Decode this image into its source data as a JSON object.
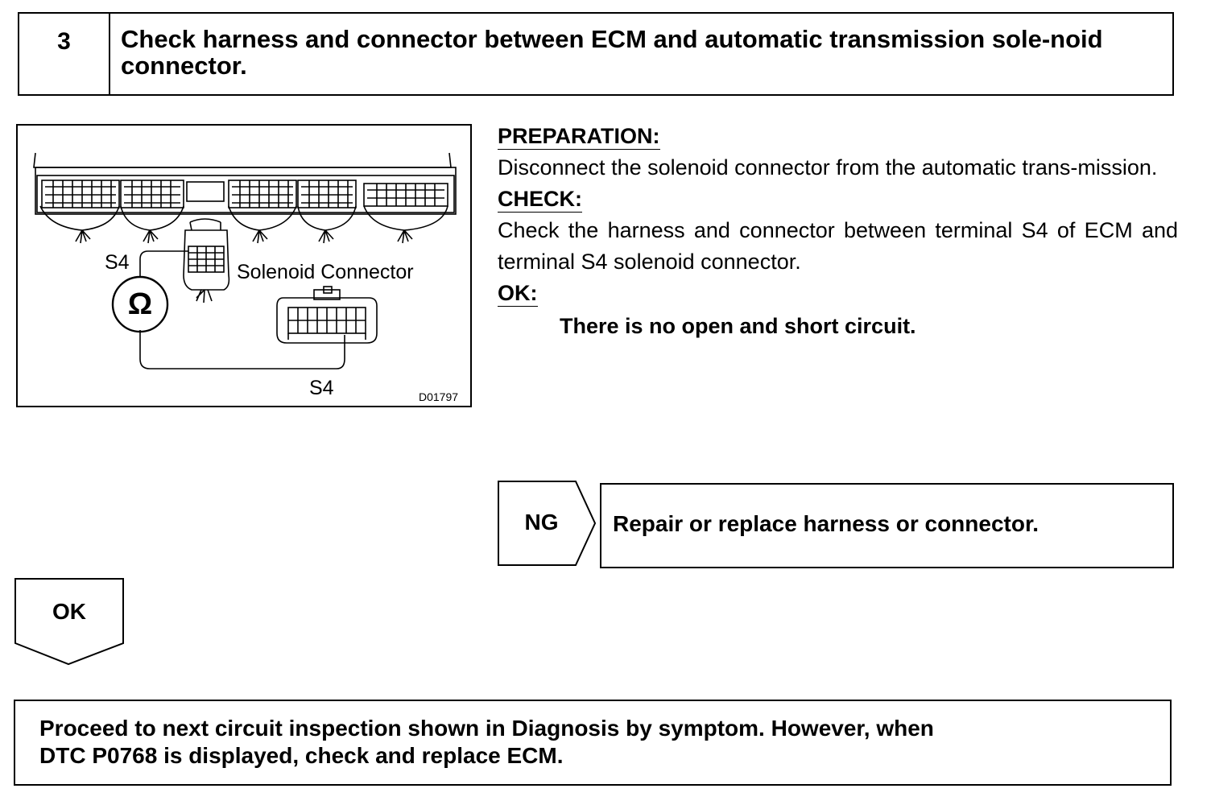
{
  "step": {
    "number": "3",
    "title": "Check harness and connector between ECM and automatic transmission sole-noid connector."
  },
  "figure": {
    "label_s4_top": "S4",
    "label_solenoid_connector": "Solenoid Connector",
    "label_s4_bottom": "S4",
    "ohm_symbol": "Ω",
    "figure_id": "D01797"
  },
  "instructions": {
    "preparation_heading": "PREPARATION:",
    "preparation_text": "Disconnect the solenoid connector from the automatic trans-mission.",
    "check_heading": "CHECK:",
    "check_text": "Check the harness and connector between terminal S4 of ECM and terminal S4 solenoid connector.",
    "ok_heading": "OK:",
    "ok_text": "There is no open and short circuit."
  },
  "ng_branch": {
    "label": "NG",
    "action": "Repair or replace harness or connector."
  },
  "ok_branch": {
    "label": "OK"
  },
  "final": {
    "line1": "Proceed to next circuit inspection shown in  Diagnosis by symptom. However,  when",
    "line2": "DTC P0768 is displayed, check and replace ECM."
  }
}
